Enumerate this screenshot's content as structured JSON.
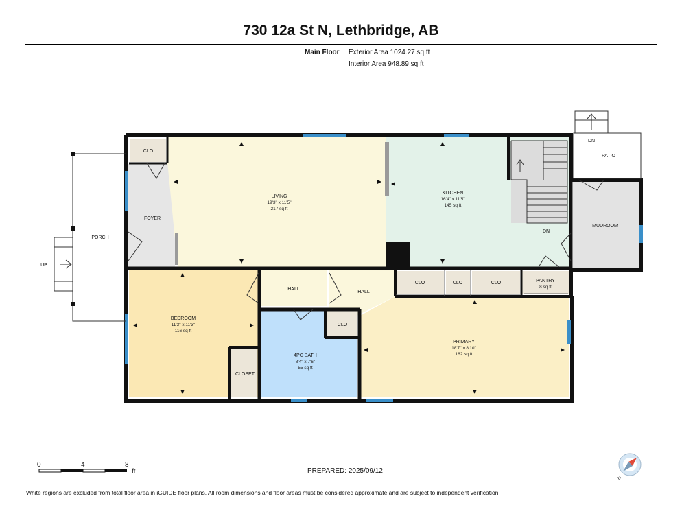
{
  "header": {
    "title": "730 12a St N, Lethbridge, AB",
    "floor_label": "Main Floor",
    "exterior_area": "Exterior Area 1024.27 sq ft",
    "interior_area": "Interior Area 948.89 sq ft"
  },
  "rooms": {
    "living": {
      "name": "LIVING",
      "dims": "19'3\" x 11'5\"",
      "area": "217 sq ft"
    },
    "kitchen": {
      "name": "KITCHEN",
      "dims": "16'4\" x 11'5\"",
      "area": "145 sq ft"
    },
    "bedroom": {
      "name": "BEDROOM",
      "dims": "11'3\" x 11'3\"",
      "area": "116 sq ft"
    },
    "bath": {
      "name": "4PC BATH",
      "dims": "8'4\" x 7'6\"",
      "area": "55 sq ft"
    },
    "primary": {
      "name": "PRIMARY",
      "dims": "18'7\" x 8'10\"",
      "area": "162 sq ft"
    },
    "pantry": {
      "name": "PANTRY",
      "area": "8 sq ft"
    },
    "foyer": {
      "name": "FOYER"
    },
    "mudroom": {
      "name": "MUDROOM"
    },
    "porch": {
      "name": "PORCH"
    },
    "patio": {
      "name": "PATIO"
    }
  },
  "labels": {
    "clo": "CLO",
    "hall": "HALL",
    "closet": "CLOSET",
    "up": "UP",
    "dn": "DN"
  },
  "scale": {
    "ticks": [
      "0",
      "4",
      "8"
    ],
    "unit": "ft"
  },
  "compass": {
    "north": "N"
  },
  "footer": {
    "prepared": "PREPARED:  2025/09/12",
    "disclaimer": "White regions are excluded from total floor area in iGUIDE floor plans. All room dimensions and floor areas must be considered approximate and are subject to independent verification."
  },
  "colors": {
    "living": "#fbf7dc",
    "kitchen": "#e3f2e9",
    "bedroom": "#fbe8b4",
    "bath": "#bfe0fb",
    "primary": "#fbefc6",
    "foyer": "#e6e6e6",
    "closet": "#ece6d9",
    "wall": "#111111",
    "window": "#3a8fc9"
  }
}
